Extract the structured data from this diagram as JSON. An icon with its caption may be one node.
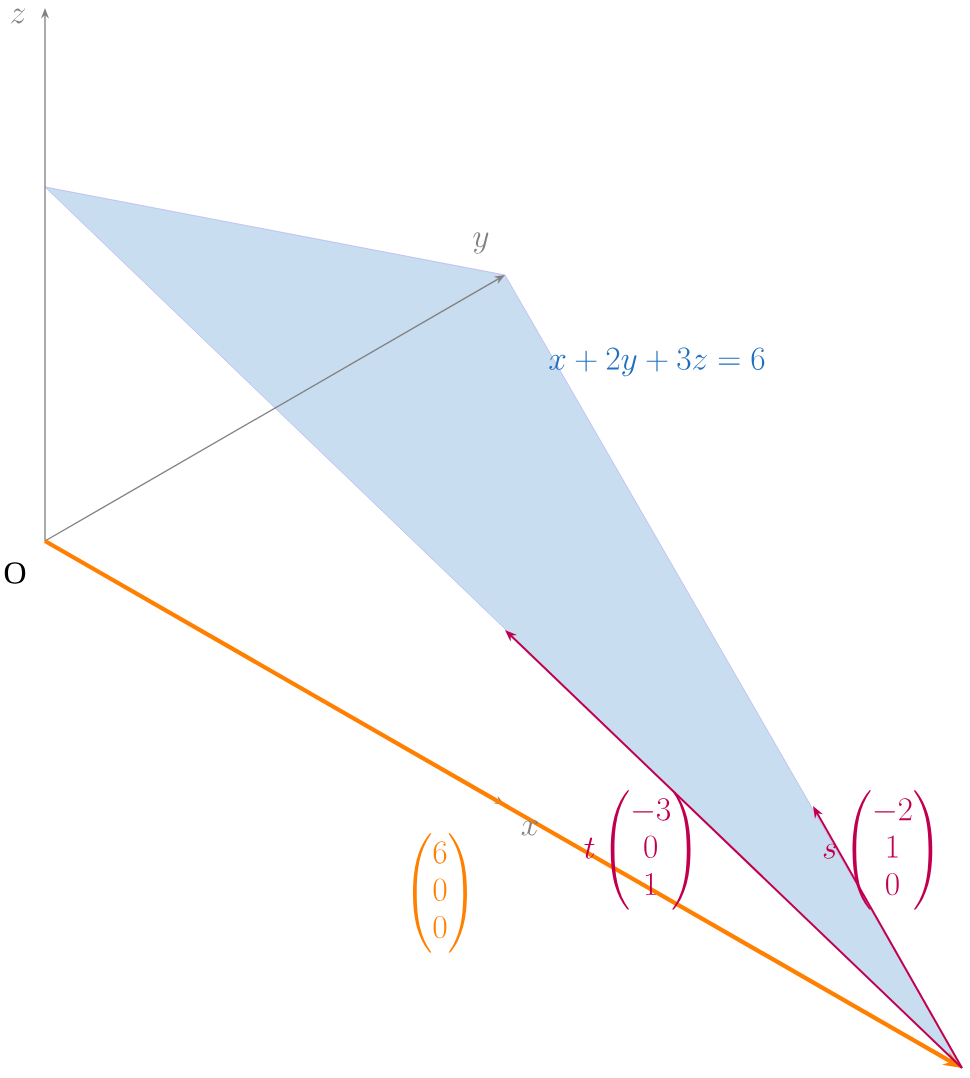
{
  "diagram": {
    "labels": [
      "z",
      "y",
      "x",
      "O",
      "x + 2y + 3z = 6",
      "\\begin{pmatrix}6\\\\0\\\\0\\end{pmatrix}",
      "t\\begin{pmatrix}-3\\\\0\\\\1\\end{pmatrix}",
      "s\\begin{pmatrix}-2\\\\1\\\\0\\end{pmatrix}"
    ]
  }
}
